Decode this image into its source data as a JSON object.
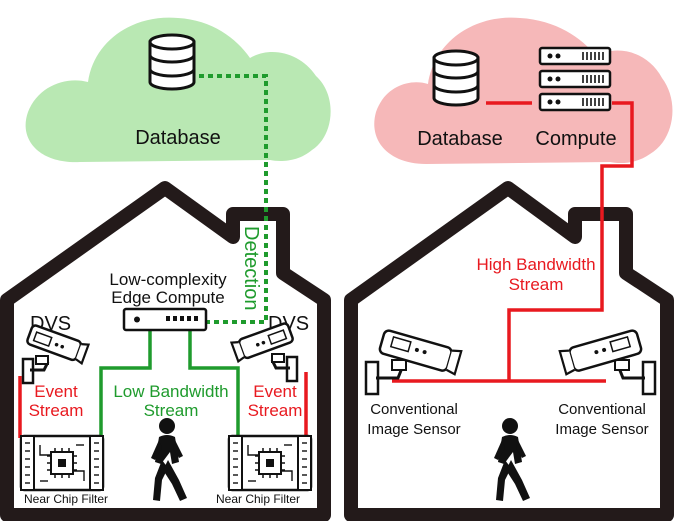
{
  "colors": {
    "cloud_left": "#b9e8b3",
    "cloud_right": "#f6b8b9",
    "house": "#231a1a",
    "red_link": "#e8191f",
    "green_link": "#1f9b2d"
  },
  "cloud_left": {
    "icon": "database-icon",
    "label": "Database"
  },
  "cloud_right": {
    "database": {
      "icon": "database-icon",
      "label": "Database"
    },
    "compute": {
      "icon": "server-rack-icon",
      "label": "Compute"
    }
  },
  "left_house": {
    "detection_label": "Detection",
    "edge_compute": {
      "icon": "network-switch-icon",
      "line1": "Low-complexity",
      "line2": "Edge Compute"
    },
    "dvs_left_label": "DVS",
    "dvs_right_label": "DVS",
    "event_stream_left": {
      "line1": "Event",
      "line2": "Stream"
    },
    "event_stream_right": {
      "line1": "Event",
      "line2": "Stream"
    },
    "low_bandwidth": {
      "line1": "Low Bandwidth",
      "line2": "Stream"
    },
    "filter_left_label": "Near Chip Filter",
    "filter_right_label": "Near Chip Filter",
    "person_icon": "walking-person-icon"
  },
  "right_house": {
    "high_bandwidth": {
      "line1": "High Bandwidth",
      "line2": "Stream"
    },
    "camera_left": {
      "icon": "security-camera-icon",
      "line1": "Conventional",
      "line2": "Image Sensor"
    },
    "camera_right": {
      "icon": "security-camera-icon",
      "line1": "Conventional",
      "line2": "Image Sensor"
    },
    "person_icon": "walking-person-icon"
  }
}
